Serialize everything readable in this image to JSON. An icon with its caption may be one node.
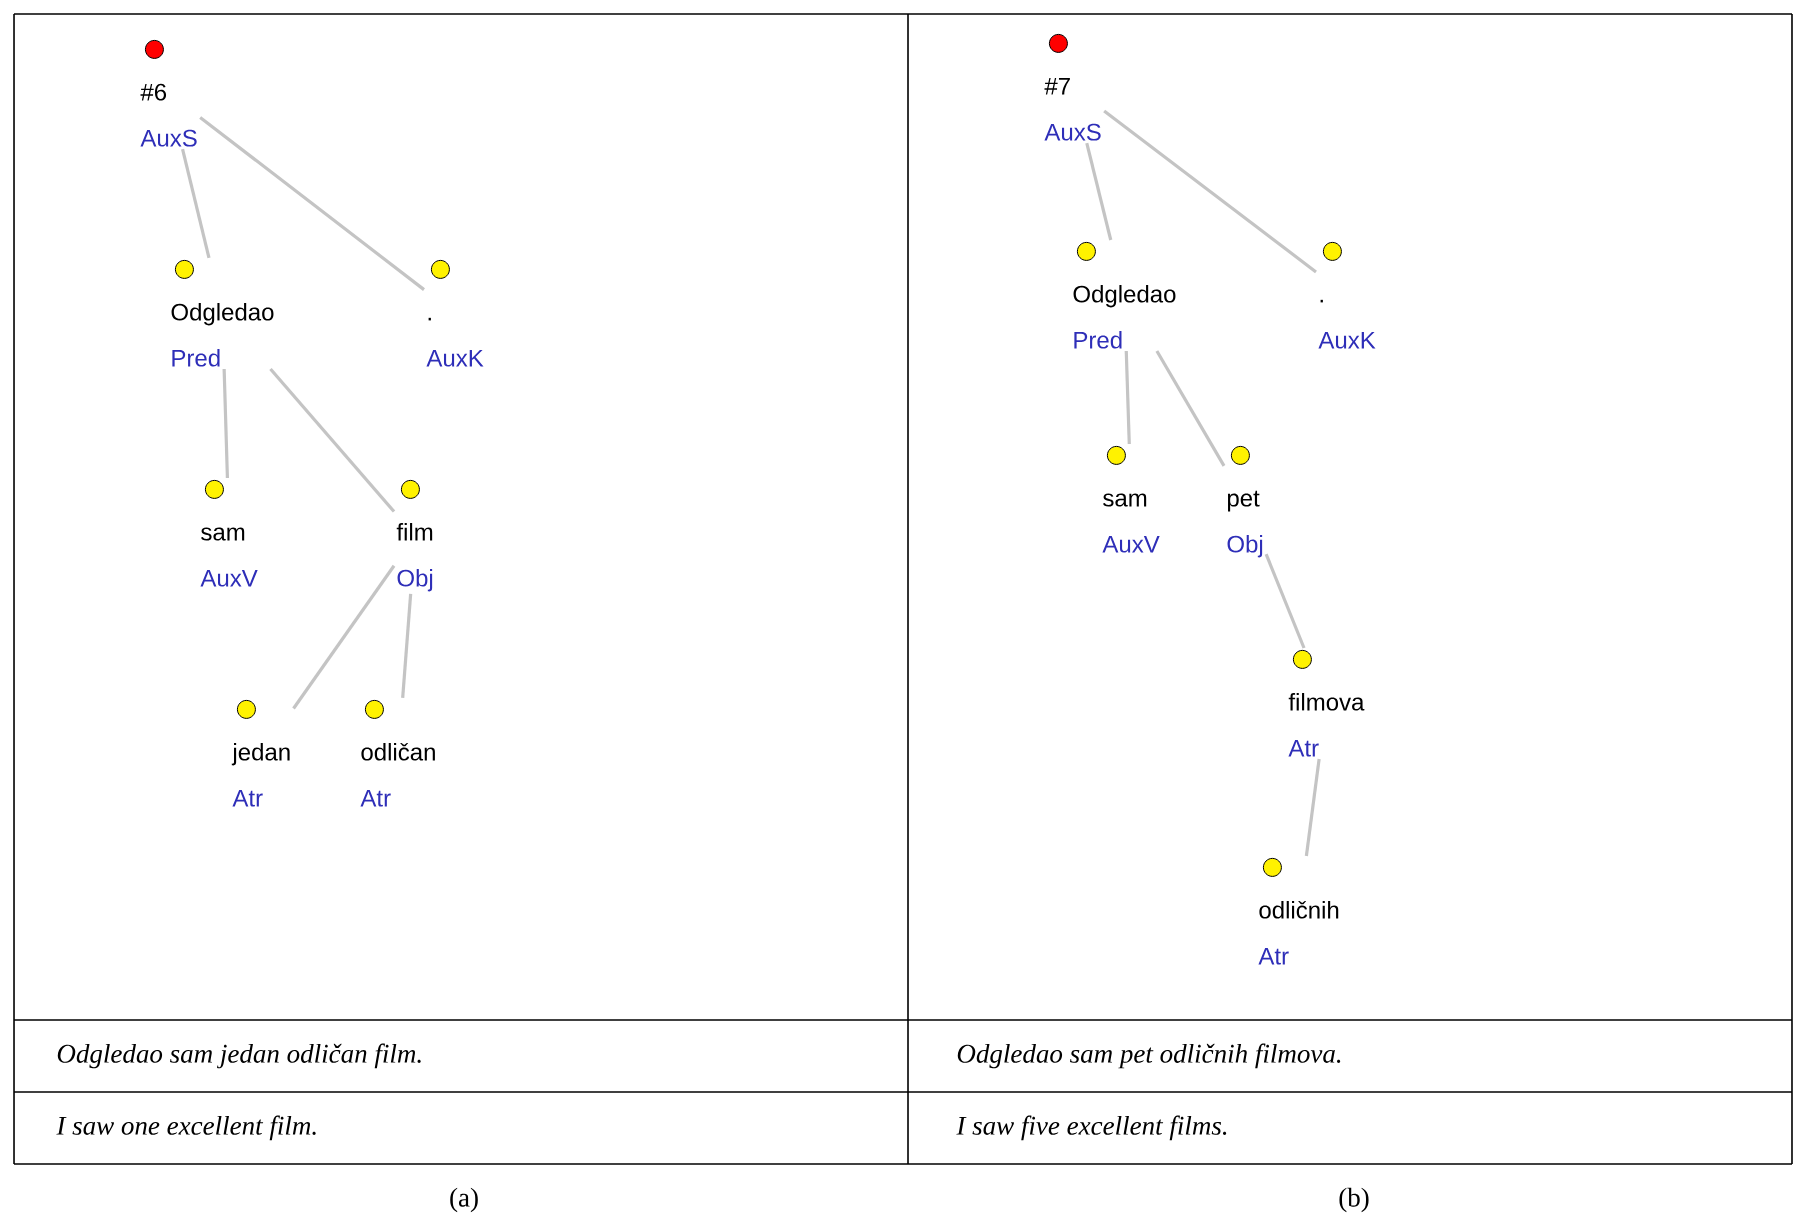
{
  "diagram": {
    "nodes": [
      {
        "text": [
          "#6",
          "AuxS"
        ]
      },
      {
        "text": [
          "Odgledao",
          "Pred"
        ]
      },
      {
        "text": [
          ".",
          "AuxK"
        ]
      },
      {
        "text": [
          "sam",
          "AuxV"
        ]
      },
      {
        "text": [
          "film",
          "Obj"
        ]
      },
      {
        "text": [
          "jedan",
          "Atr"
        ]
      },
      {
        "text": [
          "odličan",
          "Atr"
        ]
      },
      {
        "text": [
          "#7",
          "AuxS"
        ]
      },
      {
        "text": [
          "Odgledao",
          "Pred"
        ]
      },
      {
        "text": [
          ".",
          "AuxK"
        ]
      },
      {
        "text": [
          "sam",
          "AuxV"
        ]
      },
      {
        "text": [
          "pet",
          "Obj"
        ]
      },
      {
        "text": [
          "filmova",
          "Atr"
        ]
      },
      {
        "text": [
          "odličnih",
          "Atr"
        ]
      }
    ],
    "edges": [
      {
        "from": 0,
        "to": 1,
        "arrow": "none"
      },
      {
        "from": 0,
        "to": 2,
        "arrow": "none"
      },
      {
        "from": 1,
        "to": 3,
        "arrow": "none"
      },
      {
        "from": 1,
        "to": 4,
        "arrow": "none"
      },
      {
        "from": 4,
        "to": 5,
        "arrow": "none"
      },
      {
        "from": 4,
        "to": 6,
        "arrow": "none"
      },
      {
        "from": 7,
        "to": 8,
        "arrow": "none"
      },
      {
        "from": 7,
        "to": 9,
        "arrow": "none"
      },
      {
        "from": 8,
        "to": 10,
        "arrow": "none"
      },
      {
        "from": 8,
        "to": 11,
        "arrow": "none"
      },
      {
        "from": 11,
        "to": 12,
        "arrow": "none"
      },
      {
        "from": 12,
        "to": 13,
        "arrow": "none"
      }
    ],
    "labels": [
      "Odgledao sam jedan odličan film.",
      "Odgledao sam pet odličnih filmova.",
      "I saw one excellent film.",
      "I saw five excellent films.",
      "(a)",
      "(b)"
    ]
  }
}
